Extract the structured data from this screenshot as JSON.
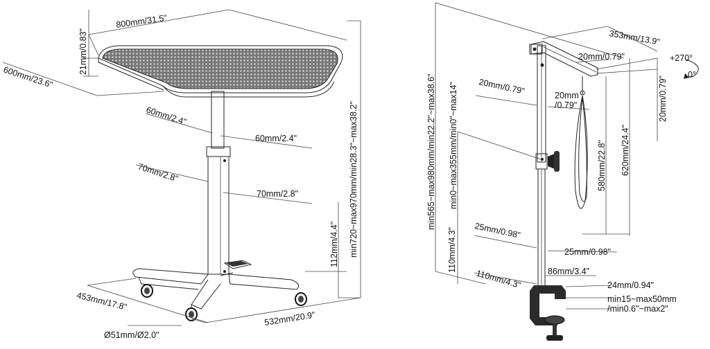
{
  "labels": {
    "d_800": "800mm/31.5\"",
    "d_21": "21mm/0.83\"",
    "d_600": "600mm/23.6\"",
    "d_height": "min720~max970mm/min28.3\"~max38.2\"",
    "d_60a": "60mm/2.4\"",
    "d_60b": "60mm/2.4\"",
    "d_70a": "70mm/2.8\"",
    "d_70b": "70mm/2.8\"",
    "d_112": "112mm/4.4\"",
    "d_453": "453mm/17.8\"",
    "d_51": "Ø51mm/Ø2.0\"",
    "d_532": "532mm/20.9\"",
    "d_353": "353mm/13.9\"",
    "d_rot_pos": "+270°",
    "d_rot_zero": "0°",
    "d_20top": "20mm/0.79\"",
    "d_20left": "20mm/0.79\"",
    "d_20mid_a": "20mm",
    "d_20mid_b": "/0.79\"",
    "d_20right": "20mm/0.79\"",
    "d_580": "580mm/22.8\"",
    "d_620": "620mm/24.4\"",
    "d_565": "min565~max980mm/min22.2\"~max38.6\"",
    "d_0_355": "min0~max355mm/min0\"~max14\"",
    "d_25a": "25mm/0.98\"",
    "d_25b": "25mm/0.98\"",
    "d_110a": "110mm/4.3\"",
    "d_110b": "110mm/4.3\"",
    "d_86": "86mm/3.4\"",
    "d_24": "24mm/0.94\"",
    "d_15_50a": "min15~max50mm",
    "d_15_50b": "/min0.6\"~max2\""
  }
}
